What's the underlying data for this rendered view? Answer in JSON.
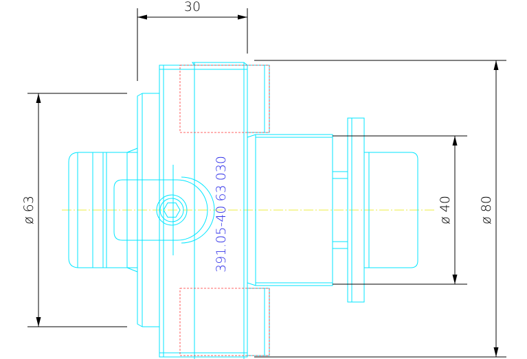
{
  "drawing": {
    "part_number": "391.05-40 63 030",
    "dimensions": {
      "length": "30",
      "dia_63": "ø 63",
      "dia_40": "ø 40",
      "dia_80": "ø 80"
    }
  },
  "colors": {
    "geometry": "#00e6ff",
    "dimension": "#000000",
    "hidden": "#ff3030",
    "centerline": "#e8e800",
    "part_number": "#3030e8"
  }
}
